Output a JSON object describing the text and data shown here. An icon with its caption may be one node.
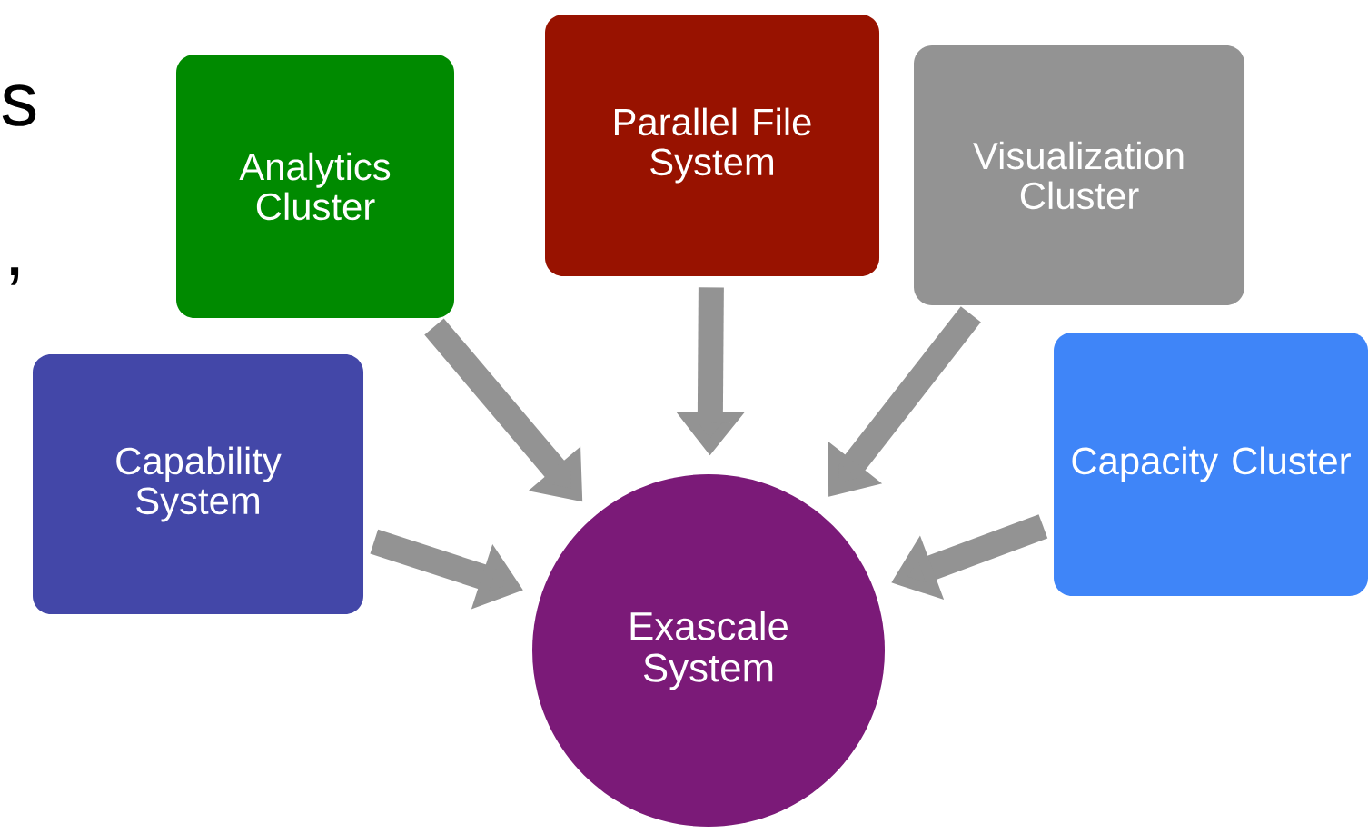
{
  "diagram": {
    "nodes": [
      {
        "text": [
          "Capability System"
        ]
      },
      {
        "text": [
          "Analytics Cluster"
        ]
      },
      {
        "text": [
          "Parallel File System"
        ]
      },
      {
        "text": [
          "Visualization Cluster"
        ]
      },
      {
        "text": [
          "Capacity Cluster"
        ]
      },
      {
        "text": [
          "Exascale System"
        ]
      }
    ],
    "edges": [
      {
        "from": 0,
        "to": 5,
        "arrow": "to"
      },
      {
        "from": 1,
        "to": 5,
        "arrow": "to"
      },
      {
        "from": 2,
        "to": 5,
        "arrow": "to"
      },
      {
        "from": 3,
        "to": 5,
        "arrow": "to"
      },
      {
        "from": 4,
        "to": 5,
        "arrow": "to"
      }
    ],
    "labels": [
      "s",
      ","
    ]
  }
}
